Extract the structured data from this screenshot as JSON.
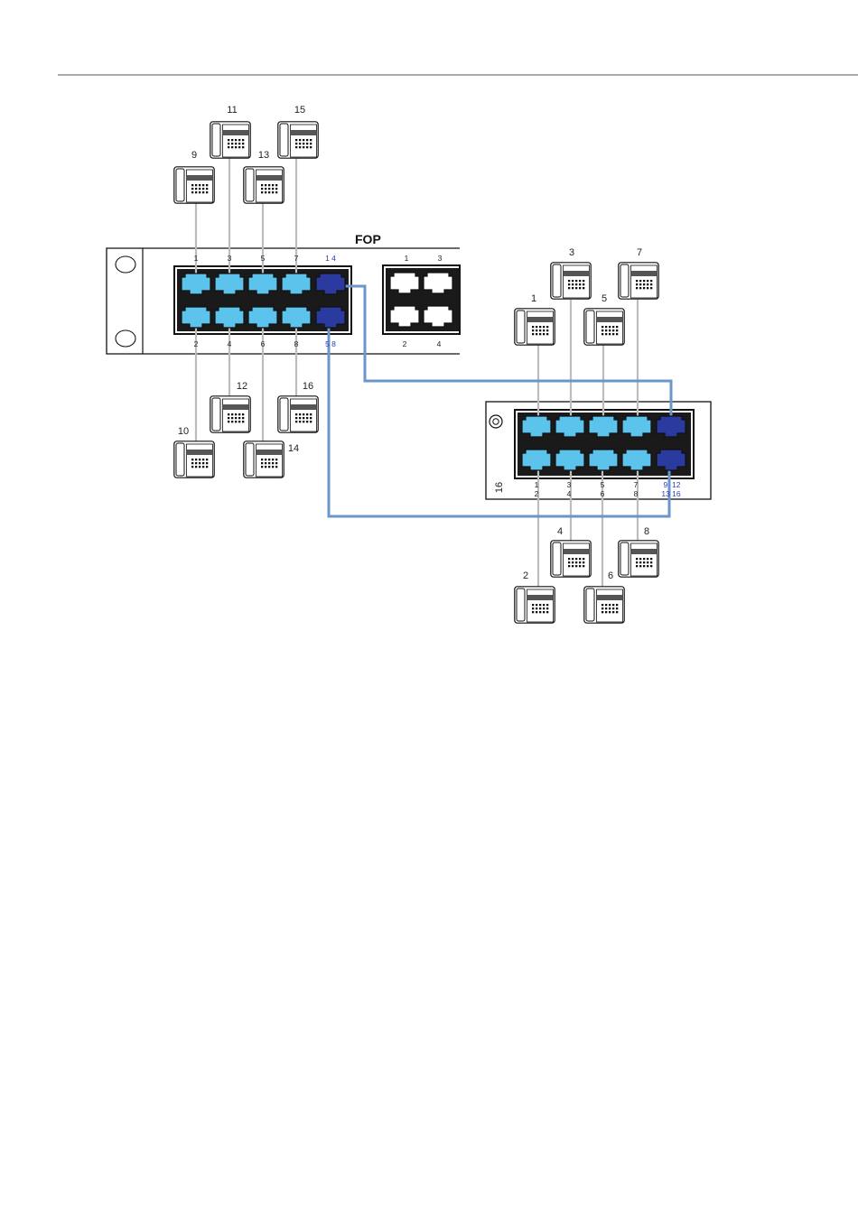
{
  "colors": {
    "port_light": "#5bc3ec",
    "port_dark": "#2a3a9e",
    "uplink_cable": "#6b96c8",
    "phone_cable": "#bdbdbd",
    "outline": "#111111",
    "blue_label": "#2e3fa8"
  },
  "fop": {
    "title": "FOP",
    "top_labels": [
      "1",
      "3",
      "5",
      "7"
    ],
    "bottom_labels": [
      "2",
      "4",
      "6",
      "8"
    ],
    "uplink_top_label": "1 4",
    "uplink_bottom_label": "5 8",
    "extra_top_labels": [
      "1",
      "3"
    ],
    "extra_bottom_labels": [
      "2",
      "4"
    ],
    "phones_top": [
      "9",
      "11",
      "13",
      "15"
    ],
    "phones_bottom": [
      "10",
      "12",
      "14",
      "16"
    ]
  },
  "hub": {
    "side_label": "16",
    "top_labels": [
      "1",
      "3",
      "5",
      "7"
    ],
    "bottom_labels": [
      "2",
      "4",
      "6",
      "8"
    ],
    "uplink_label_1": "9  12",
    "uplink_label_2": "13 16",
    "phones_top": [
      "1",
      "3",
      "5",
      "7"
    ],
    "phones_bottom": [
      "2",
      "4",
      "6",
      "8"
    ]
  }
}
